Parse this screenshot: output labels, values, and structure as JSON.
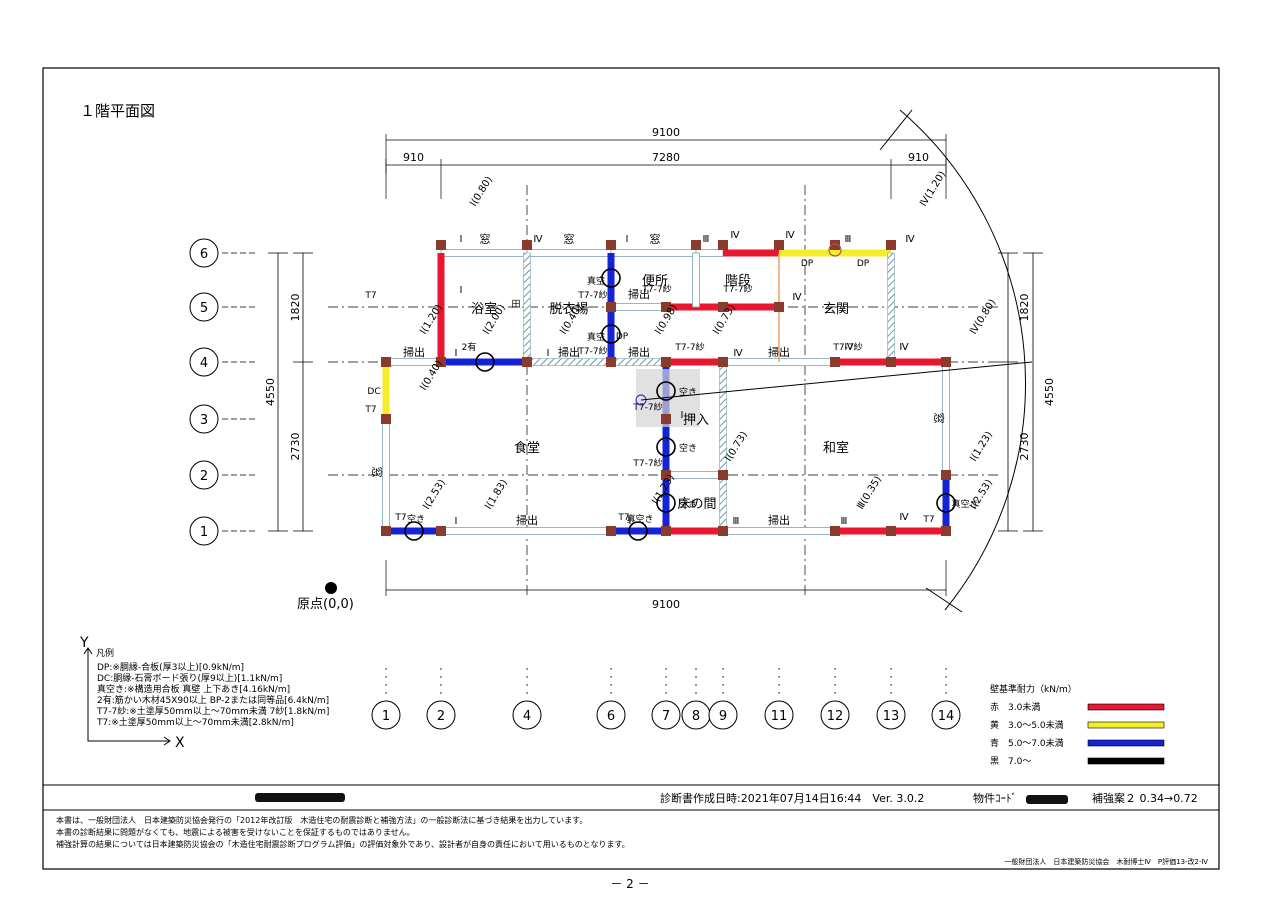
{
  "title": "１階平面図",
  "dims": {
    "top_total": "9100",
    "top_parts": [
      "910",
      "7280",
      "910"
    ],
    "bottom_total": "9100",
    "left_total": "4550",
    "left_parts": [
      "1820",
      "2730"
    ],
    "right_total": "4550",
    "right_parts": [
      "1820",
      "2730"
    ]
  },
  "row_labels": [
    "6",
    "5",
    "4",
    "3",
    "2",
    "1"
  ],
  "col_labels": [
    "1",
    "2",
    "4",
    "6",
    "7",
    "8",
    "9",
    "11",
    "12",
    "13",
    "14"
  ],
  "origin_label": "原点(0,0)",
  "axis": {
    "y": "Y",
    "x": "X"
  },
  "rooms": [
    {
      "id": "bath",
      "label": "浴室"
    },
    {
      "id": "dressing",
      "label": "脱衣場"
    },
    {
      "id": "toilet",
      "label": "便所"
    },
    {
      "id": "stairs",
      "label": "階段"
    },
    {
      "id": "entrance",
      "label": "玄関"
    },
    {
      "id": "dining",
      "label": "食堂"
    },
    {
      "id": "closet",
      "label": "押入"
    },
    {
      "id": "washitsu",
      "label": "和室"
    },
    {
      "id": "tokonoma",
      "label": "床の間"
    }
  ],
  "wall_labels": {
    "roman": [
      "Ⅰ",
      "Ⅳ",
      "Ⅰ",
      "Ⅲ",
      "Ⅳ",
      "Ⅳ",
      "Ⅲ",
      "Ⅳ",
      "Ⅳ",
      "Ⅳ",
      "Ⅳ",
      "Ⅳ",
      "Ⅲ",
      "Ⅳ",
      "Ⅲ",
      "Ⅰ",
      "Ⅰ",
      "Ⅰ",
      "Ⅰ",
      "Ⅰ",
      "Ⅰ"
    ],
    "window": [
      "窓",
      "窓",
      "窓",
      "窓",
      "窓"
    ],
    "hakidashi": [
      "掃出",
      "掃出",
      "掃出",
      "掃出",
      "掃出",
      "掃出",
      "掃出",
      "掃出"
    ],
    "ratios": [
      "Ⅰ(0.80)",
      "Ⅳ(1.20)",
      "Ⅰ(1.20)",
      "Ⅰ(2.00)",
      "Ⅰ(0.40)",
      "Ⅰ(0.98)",
      "Ⅰ(0.73)",
      "Ⅳ(0.80)",
      "Ⅰ(0.40)",
      "Ⅰ(2.53)",
      "Ⅰ(1.83)",
      "Ⅰ(1.23)",
      "Ⅲ(0.35)",
      "Ⅰ(2.53)",
      "Ⅰ(1.23)",
      "Ⅰ(0.73)"
    ],
    "t77": [
      "T7",
      "T7",
      "T7-7紗",
      "T7-7紗",
      "T7-7紗",
      "T7-7紗",
      "T7-7紗",
      "T7-7紗",
      "T7-7紗",
      "T7-7紗",
      "T7",
      "T7",
      "T7"
    ],
    "kuuki": [
      "真空",
      "真空",
      "空き",
      "空き",
      "空き",
      "空き",
      "真空き",
      "真空き"
    ],
    "dp": [
      "DP",
      "DP",
      "DP",
      "DC",
      "2有",
      "田"
    ]
  },
  "legend": {
    "title": "凡例",
    "lines": [
      "DP:※胴縁-合板(厚3以上)[0.9kN/m]",
      "DC:胴縁-石膏ボード張り(厚9以上)[1.1kN/m]",
      "真空き:※構造用合板 真壁 上下あき[4.16kN/m]",
      "2有:筋かい木材45X90以上 BP-2または同等品[6.4kN/m]",
      "T7-7紗:※土塗厚50mm以上～70mm未満 7紗[1.8kN/m]",
      "T7:※土塗厚50mm以上～70mm未満[2.8kN/m]"
    ]
  },
  "strength_legend": {
    "title": "壁基準耐力（kN/m）",
    "items": [
      {
        "label": "赤　3.0未満",
        "color": "#e8162e"
      },
      {
        "label": "黄　3.0～5.0未満",
        "color": "#f4ee2a"
      },
      {
        "label": "青　5.0～7.0未満",
        "color": "#1523d6"
      },
      {
        "label": "黒　7.0～",
        "color": "#000000"
      }
    ]
  },
  "footer": {
    "created": "診断書作成日時:2021年07月14日16:44　Ver. 3.0.2",
    "property_code": "物件ｺｰﾄﾞ",
    "reinforcement": "補強案２ 0.34→0.72",
    "notes": [
      "本書は、一般財団法人　日本建築防災協会発行の「2012年改訂版　木造住宅の耐震診断と補強方法」の一般診断法に基づき結果を出力しています。",
      "本書の診断結果に問題がなくても、地震による被害を受けないことを保証するものではありません。",
      "補強計算の結果については日本建築防災協会の「木造住宅耐震診断プログラム評価」の評価対象外であり、設計者が自身の責任において用いるものとなります。"
    ],
    "publisher": "一般財団法人　日本建築防災協会　木耐博士Ⅳ　P評価13-改2-Ⅳ",
    "page": "－ 2 －"
  },
  "colors": {
    "red": "#e8162e",
    "yellow": "#f4ee2a",
    "blue": "#1523d6",
    "black": "#000000",
    "hatch": "#7fa6b6",
    "post": "#8a3b2e",
    "orange": "#f0a060"
  }
}
